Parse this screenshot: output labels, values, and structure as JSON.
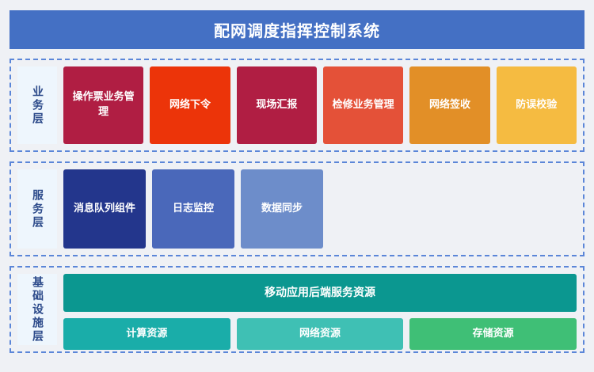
{
  "header": {
    "title": "配网调度指挥控制系统",
    "background": "#4470c4",
    "text_color": "#ffffff"
  },
  "theme": {
    "page_background": "#eff1f5",
    "layer_border": "#5b86d8",
    "layer_label_background": "#eef6fd",
    "layer_label_text": "#2c4a8a"
  },
  "layers": [
    {
      "name": "business",
      "label": "业务层",
      "cards": [
        {
          "label": "操作票业务管理",
          "color": "#b01e43"
        },
        {
          "label": "网络下令",
          "color": "#ec3409"
        },
        {
          "label": "现场汇报",
          "color": "#b01e43"
        },
        {
          "label": "检修业务管理",
          "color": "#e45138"
        },
        {
          "label": "网络签收",
          "color": "#e28f27"
        },
        {
          "label": "防误校验",
          "color": "#f5bb41"
        }
      ]
    },
    {
      "name": "service",
      "label": "服务层",
      "cards": [
        {
          "label": "消息队列组件",
          "color": "#23368c"
        },
        {
          "label": "日志监控",
          "color": "#4a68ba"
        },
        {
          "label": "数据同步",
          "color": "#6d8dca"
        }
      ]
    },
    {
      "name": "infrastructure",
      "label": "基础设施层",
      "main_card": {
        "label": "移动应用后端服务资源",
        "color": "#0b9790"
      },
      "cards": [
        {
          "label": "计算资源",
          "color": "#1aada9"
        },
        {
          "label": "网络资源",
          "color": "#3fc0b4"
        },
        {
          "label": "存储资源",
          "color": "#3fbf76"
        }
      ]
    }
  ]
}
